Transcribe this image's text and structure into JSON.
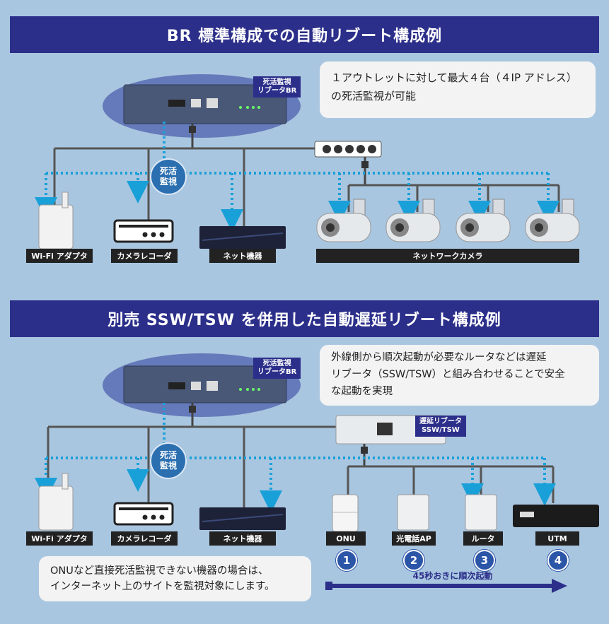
{
  "section1": {
    "title": "BR 標準構成での自動リブート構成例",
    "note_line1": "１アウトレットに対して最大４台（４IP アドレス）",
    "note_line2": "の死活監視が可能",
    "device_tag_line1": "死活監視",
    "device_tag_line2": "リブータBR",
    "monitor_line1": "死活",
    "monitor_line2": "監視",
    "labels": {
      "wifi": "Wi-Fi アダプタ",
      "recorder": "カメラレコーダ",
      "net": "ネット機器",
      "camera": "ネットワークカメラ"
    }
  },
  "section2": {
    "title": "別売 SSW/TSW を併用した自動遅延リブート構成例",
    "note_line1": "外線側から順次起動が必要なルータなどは遅延",
    "note_line2": "リブータ（SSW/TSW）と組み合わせることで安全",
    "note_line3": "な起動を実現",
    "device_tag_line1": "死活監視",
    "device_tag_line2": "リブータBR",
    "delay_tag_line1": "遅延リブータ",
    "delay_tag_line2": "SSW/TSW",
    "monitor_line1": "死活",
    "monitor_line2": "監視",
    "labels": {
      "wifi": "Wi-Fi アダプタ",
      "recorder": "カメラレコーダ",
      "net": "ネット機器",
      "onu": "ONU",
      "ap": "光電話AP",
      "router": "ルータ",
      "utm": "UTM"
    },
    "steps": [
      "1",
      "2",
      "3",
      "4"
    ],
    "sequence_text": "45秒おきに順次起動",
    "bottom_note_line1": "ONUなど直接死活監視できない機器の場合は、",
    "bottom_note_line2": "インターネット上のサイトを監視対象にします。"
  },
  "colors": {
    "banner": "#2c2f8a",
    "dotted": "#1aa0d8",
    "line": "#555555",
    "device": "#4a5878"
  }
}
